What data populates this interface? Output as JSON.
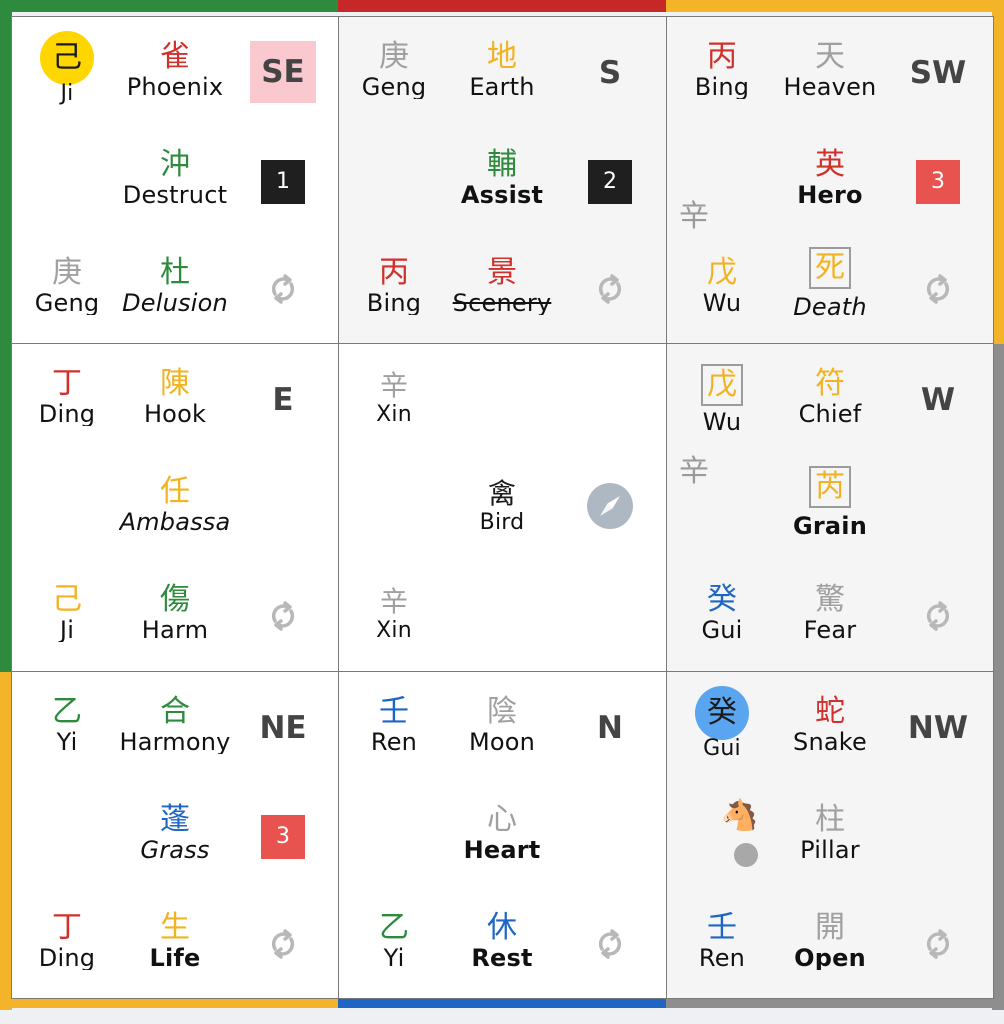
{
  "colors": {
    "red": "#d0312d",
    "green": "#2e8b3e",
    "yellow": "#f2b322",
    "blue": "#1f66c4",
    "gray": "#a0a0a0",
    "black": "#1a1a1a",
    "badge_dark": "#1f1f1f",
    "badge_red": "#e8524f",
    "highlight_yellow": "#ffd600",
    "highlight_blue": "#5aa5ef",
    "pink": "#f9c9cf"
  },
  "palaces": [
    {
      "direction": "SE",
      "badge": "1",
      "top_stem": {
        "char": "己",
        "label": "Ji"
      },
      "deity": {
        "char": "雀",
        "label": "Phoenix"
      },
      "star": {
        "char": "沖",
        "label": "Destruct"
      },
      "earth_stem": {
        "char": "庚",
        "label": "Geng"
      },
      "door": {
        "char": "杜",
        "label": "Delusion"
      },
      "refresh_icon": "refresh-icon"
    },
    {
      "direction": "S",
      "badge": "2",
      "top_stem": {
        "char": "庚",
        "label": "Geng"
      },
      "deity": {
        "char": "地",
        "label": "Earth"
      },
      "star": {
        "char": "輔",
        "label": "Assist"
      },
      "earth_stem": {
        "char": "丙",
        "label": "Bing"
      },
      "door": {
        "char": "景",
        "label": "Scenery"
      },
      "refresh_icon": "refresh-icon"
    },
    {
      "direction": "SW",
      "badge": "3",
      "top_stem": {
        "char": "丙",
        "label": "Bing"
      },
      "deity": {
        "char": "天",
        "label": "Heaven"
      },
      "side_char": "辛",
      "star": {
        "char": "英",
        "label": "Hero"
      },
      "earth_stem": {
        "char": "戊",
        "label": "Wu"
      },
      "door": {
        "char": "死",
        "label": "Death"
      },
      "refresh_icon": "refresh-icon"
    },
    {
      "direction": "E",
      "top_stem": {
        "char": "丁",
        "label": "Ding"
      },
      "deity": {
        "char": "陳",
        "label": "Hook"
      },
      "star": {
        "char": "任",
        "label": "Ambassa"
      },
      "earth_stem": {
        "char": "己",
        "label": "Ji"
      },
      "door": {
        "char": "傷",
        "label": "Harm"
      },
      "refresh_icon": "refresh-icon"
    },
    {
      "center": true,
      "top_stem": {
        "char": "辛",
        "label": "Xin"
      },
      "star": {
        "char": "禽",
        "label": "Bird"
      },
      "earth_stem": {
        "char": "辛",
        "label": "Xin"
      },
      "compass_icon": "compass-icon"
    },
    {
      "direction": "W",
      "top_stem": {
        "char": "戊",
        "label": "Wu"
      },
      "deity": {
        "char": "符",
        "label": "Chief"
      },
      "side_char": "辛",
      "star": {
        "char": "芮",
        "label": "Grain"
      },
      "earth_stem": {
        "char": "癸",
        "label": "Gui"
      },
      "door": {
        "char": "驚",
        "label": "Fear"
      },
      "refresh_icon": "refresh-icon"
    },
    {
      "direction": "NE",
      "badge": "3",
      "top_stem": {
        "char": "乙",
        "label": "Yi"
      },
      "deity": {
        "char": "合",
        "label": "Harmony"
      },
      "star": {
        "char": "蓬",
        "label": "Grass"
      },
      "earth_stem": {
        "char": "丁",
        "label": "Ding"
      },
      "door": {
        "char": "生",
        "label": "Life"
      },
      "refresh_icon": "refresh-icon"
    },
    {
      "direction": "N",
      "top_stem": {
        "char": "壬",
        "label": "Ren"
      },
      "deity": {
        "char": "陰",
        "label": "Moon"
      },
      "star": {
        "char": "心",
        "label": "Heart"
      },
      "earth_stem": {
        "char": "乙",
        "label": "Yi"
      },
      "door": {
        "char": "休",
        "label": "Rest"
      },
      "refresh_icon": "refresh-icon"
    },
    {
      "direction": "NW",
      "top_stem": {
        "char": "癸",
        "label": "Gui"
      },
      "deity": {
        "char": "蛇",
        "label": "Snake"
      },
      "horse": "🐴",
      "star": {
        "char": "柱",
        "label": "Pillar"
      },
      "earth_stem": {
        "char": "壬",
        "label": "Ren"
      },
      "door": {
        "char": "開",
        "label": "Open"
      },
      "refresh_icon": "refresh-icon"
    }
  ]
}
